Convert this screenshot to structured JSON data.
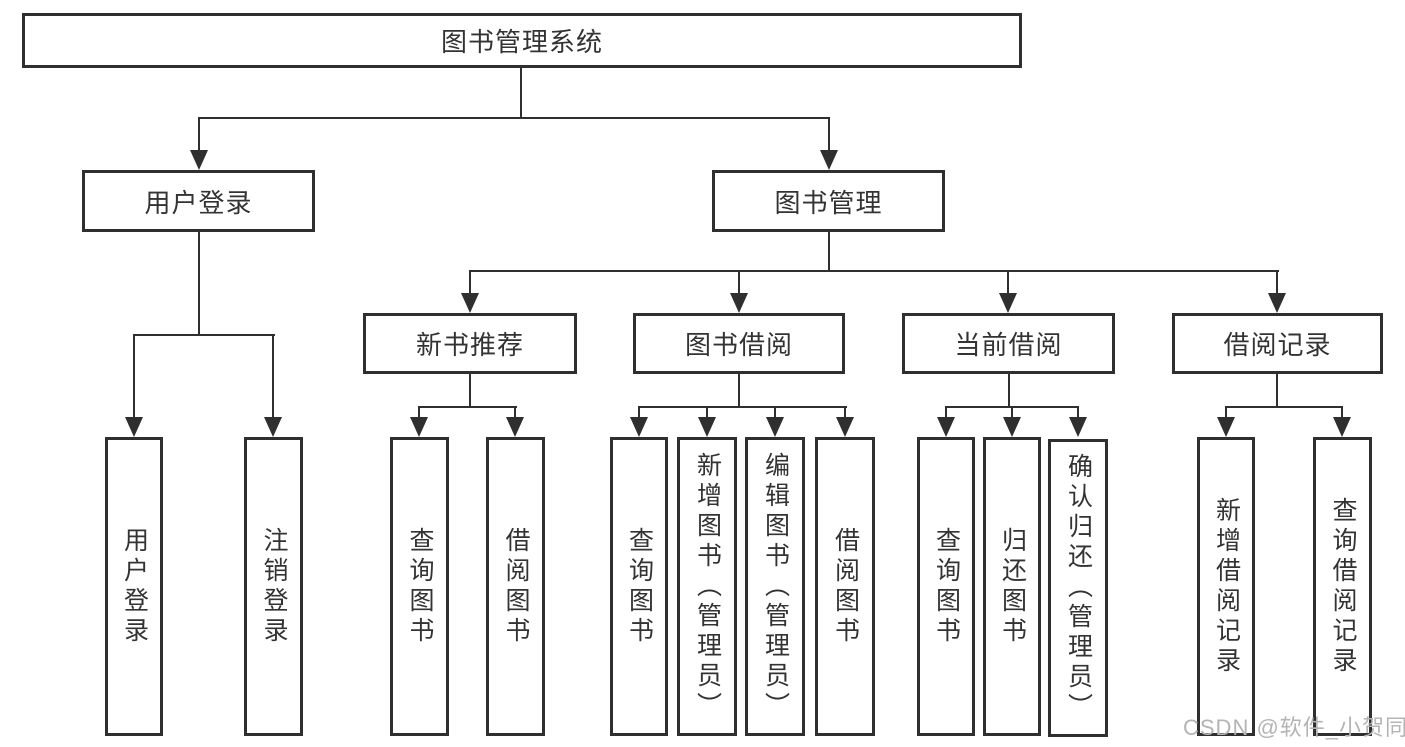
{
  "tree": {
    "root": {
      "label": "图书管理系统"
    },
    "branches": [
      {
        "label": "用户登录",
        "children": [
          {
            "label": "用户登录"
          },
          {
            "label": "注销登录"
          }
        ]
      },
      {
        "label": "图书管理",
        "children": [
          {
            "label": "新书推荐",
            "children": [
              {
                "label": "查询图书"
              },
              {
                "label": "借阅图书"
              }
            ]
          },
          {
            "label": "图书借阅",
            "children": [
              {
                "label": "查询图书"
              },
              {
                "label": "新增图书（管理员）"
              },
              {
                "label": "编辑图书（管理员）"
              },
              {
                "label": "借阅图书"
              }
            ]
          },
          {
            "label": "当前借阅",
            "children": [
              {
                "label": "查询图书"
              },
              {
                "label": "归还图书"
              },
              {
                "label": "确认归还（管理员）"
              }
            ]
          },
          {
            "label": "借阅记录",
            "children": [
              {
                "label": "新增借阅记录"
              },
              {
                "label": "查询借阅记录"
              }
            ]
          }
        ]
      }
    ]
  },
  "watermark": "CSDN @软件_小贺同学",
  "colors": {
    "line": "#2f2f2f",
    "text": "#333333",
    "box_bg": "#ffffff",
    "watermark": "#b4b4b4"
  }
}
